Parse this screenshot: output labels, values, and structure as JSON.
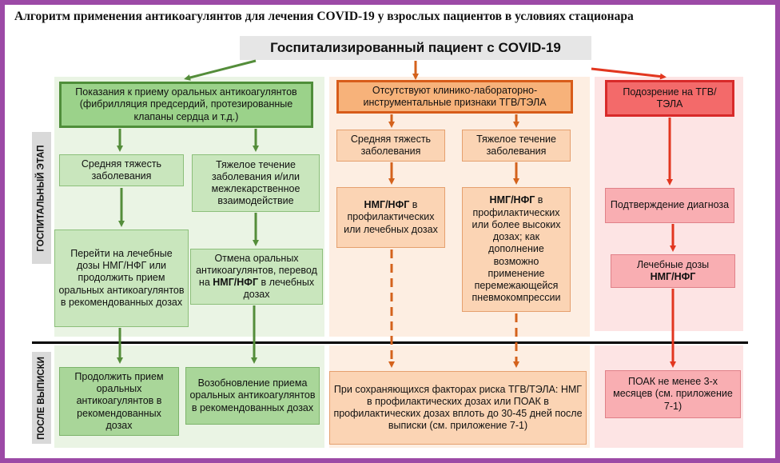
{
  "title": "Алгоритм применения антикоагулянтов для лечения COVID-19 у взрослых пациентов в условиях стационара",
  "header": "Госпитализированный пациент с COVID-19",
  "stages": {
    "hospital": "ГОСПИТАЛЬНЫЙ ЭТАП",
    "discharge": "ПОСЛЕ ВЫПИСКИ"
  },
  "green": {
    "main": "Показания к приему оральных антикоагулянтов (фибрилляция предсердий, протезированные клапаны сердца и т.д.)",
    "moderate": "Средняя тяжесть заболевания",
    "severe": "Тяжелое течение заболевания и/или межлекарственное взаимодействие",
    "switch": "Перейти на лечебные дозы НМГ/НФГ или продолжить прием оральных антикоагулянтов в рекомендованных дозах",
    "cancel_pre": "Отмена оральных антикоагулянтов, перевод на ",
    "cancel_bold": "НМГ/НФГ",
    "cancel_post": " в лечебных дозах",
    "continue": "Продолжить прием оральных антикоагулянтов в рекомендованных дозах",
    "resume": "Возобновление приема оральных антикоагулянтов в рекомендованных дозах"
  },
  "orange": {
    "main": "Отсутствуют клинико-лабораторно-инструментальные признаки ТГВ/ТЭЛА",
    "moderate": "Средняя тяжесть заболевания",
    "severe": "Тяжелое течение заболевания",
    "mod_bold": "НМГ/НФГ",
    "mod_text": " в профилактических или лечебных дозах",
    "sev_bold": "НМГ/НФГ",
    "sev_text": " в профилактических или более высоких дозах; как дополнение возможно применение перемежающейся пневмокомпрессии",
    "discharge": "При сохраняющихся факторах риска ТГВ/ТЭЛА: НМГ в профилактических дозах или ПОАК в профилактических дозах вплоть до 30-45 дней после выписки (см. приложение 7-1)"
  },
  "red": {
    "main": "Подозрение на ТГВ/ТЭЛА",
    "confirm": "Подтверждение диагноза",
    "doses_text": "Лечебные дозы",
    "doses_bold": "НМГ/НФГ",
    "discharge": "ПОАК не менее 3-х месяцев (см. приложение 7-1)"
  },
  "colors": {
    "green_arrow": "#548d3a",
    "orange_arrow": "#d4621c",
    "red_arrow": "#e2361f",
    "frame": "#9c4aa6"
  }
}
